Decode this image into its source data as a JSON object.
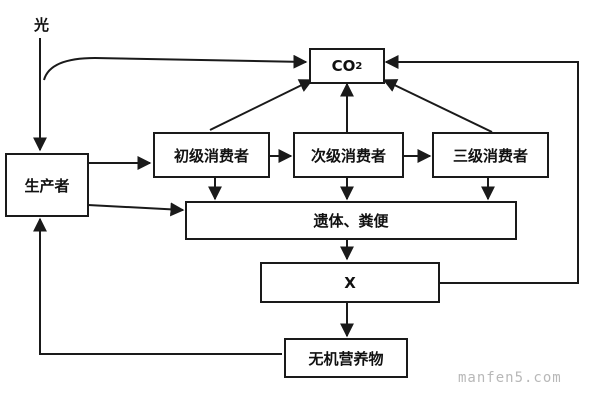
{
  "diagram": {
    "light_label": "光",
    "nodes": {
      "co2": {
        "label": "CO",
        "sub": "2"
      },
      "producer": {
        "label": "生产者"
      },
      "primary": {
        "label": "初级消费者"
      },
      "secondary": {
        "label": "次级消费者"
      },
      "tertiary": {
        "label": "三级消费者"
      },
      "remains": {
        "label": "遗体、粪便"
      },
      "x": {
        "label": "X"
      },
      "inorganic": {
        "label": "无机营养物"
      }
    }
  },
  "watermark": "manfen5.com"
}
